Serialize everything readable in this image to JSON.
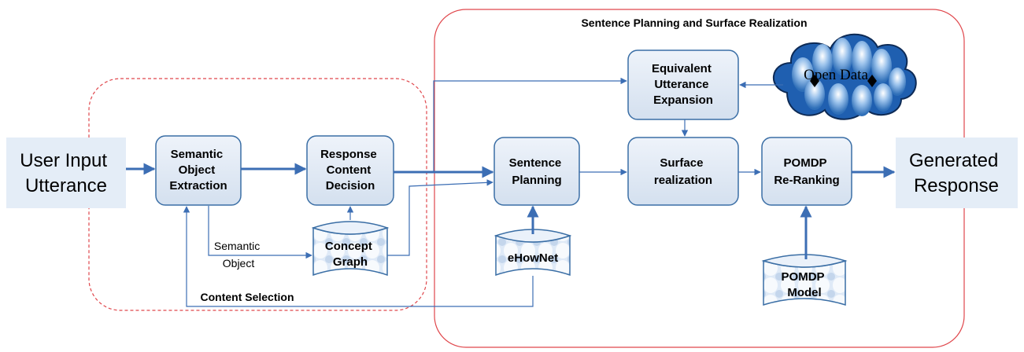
{
  "diagram": {
    "region_left": {
      "label": "Content Selection",
      "border_color": "#e0474c",
      "style": "dashed"
    },
    "region_right": {
      "label": "Sentence Planning and Surface Realization",
      "border_color": "#e0474c",
      "style": "solid"
    },
    "input": {
      "line1": "User Input",
      "line2": "Utterance"
    },
    "output": {
      "line1": "Generated",
      "line2": "Response"
    },
    "process_boxes": {
      "semantic_object_extraction": [
        "Semantic",
        "Object",
        "Extraction"
      ],
      "response_content_decision": [
        "Response",
        "Content",
        "Decision"
      ],
      "sentence_planning": [
        "Sentence",
        "Planning"
      ],
      "equivalent_utterance_expansion": [
        "Equivalent",
        "Utterance",
        "Expansion"
      ],
      "surface_realization": [
        "Surface",
        "realization"
      ],
      "pomdp_reranking": [
        "POMDP",
        "Re-Ranking"
      ]
    },
    "databases": {
      "concept_graph": [
        "Concept",
        "Graph"
      ],
      "ehownet": [
        "eHowNet"
      ],
      "pomdp_model": [
        "POMDP",
        "Model"
      ]
    },
    "cloud": {
      "label": "Open Data"
    },
    "edge_label_semantic_object": [
      "Semantic",
      "Object"
    ],
    "colors": {
      "box_fill": "#dce6f2",
      "box_stroke": "#3a6ea5",
      "arrow": "#3c6eb4",
      "io_fill": "#e4edf7",
      "region_border": "#e0474c",
      "cloud_fill": "#4a8fd4"
    }
  }
}
